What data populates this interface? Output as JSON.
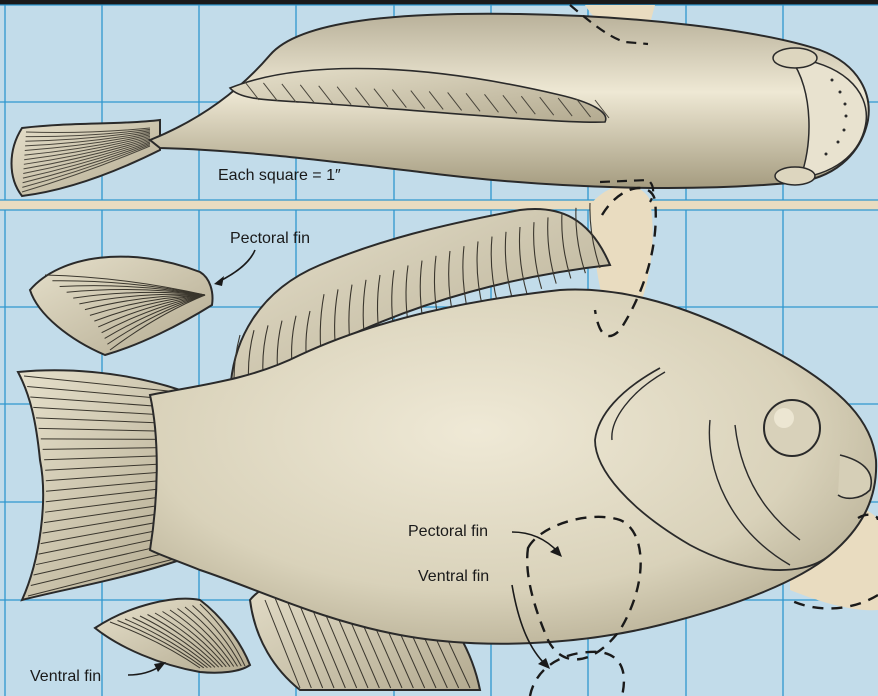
{
  "scale_label": "Each square = 1″",
  "labels": {
    "pectoral_top": "Pectoral fin",
    "pectoral_body": "Pectoral fin",
    "ventral_body": "Ventral fin",
    "ventral_bottom": "Ventral fin"
  },
  "colors": {
    "grid_background": "#c2dcea",
    "grid_line": "#2f97cf",
    "paper": "#e9dcc0",
    "fish_body": "#ddd6bf",
    "outline": "#2a2a2a"
  },
  "icons": [
    "top-view-fish",
    "side-view-fish",
    "pectoral-fin-cutout",
    "ventral-fin-cutout"
  ]
}
